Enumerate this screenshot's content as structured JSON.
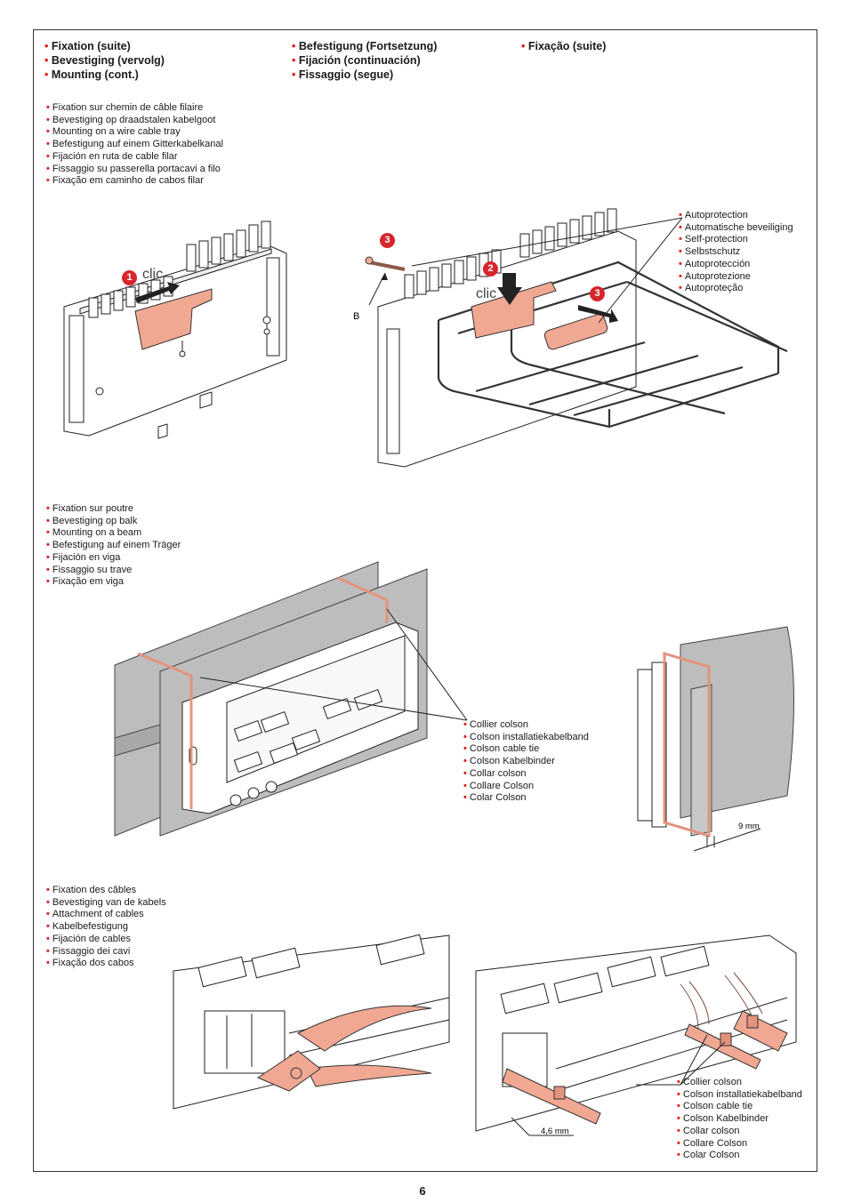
{
  "headings": {
    "col1": [
      "Fixation (suite)",
      "Bevestiging (vervolg)",
      "Mounting (cont.)"
    ],
    "col2": [
      "Befestigung (Fortsetzung)",
      "Fijación (continuación)",
      "Fissaggio (segue)"
    ],
    "col3": [
      "Fixação (suite)"
    ]
  },
  "section_wire_tray": {
    "items": [
      "Fixation sur chemin de câble filaire",
      "Bevestiging op draadstalen kabelgoot",
      "Mounting on a wire cable tray",
      "Befestigung auf einem Gitterkabelkanal",
      "Fijación en ruta de cable filar",
      "Fissaggio su passerella portacavi a filo",
      "Fixação em caminho de cabos filar"
    ],
    "figure1": {
      "step_badge": "1",
      "clic_label": "clic"
    },
    "figure2": {
      "step_badge_screw": "3",
      "step_badge_press": "2",
      "step_badge_slide": "3",
      "clic_label": "clic",
      "arrow_label": "B"
    },
    "callout_self_protection": [
      "Autoprotection",
      "Automatische beveiliging",
      "Self-protection",
      "Selbstschutz",
      "Autoprotección",
      "Autoprotezione",
      "Autoproteção"
    ]
  },
  "section_beam": {
    "items": [
      "Fixation sur poutre",
      "Bevestiging op balk",
      "Mounting on a beam",
      "Befestigung auf einem Träger",
      "Fijación en viga",
      "Fissaggio su trave",
      "Fixação em viga"
    ],
    "callout_cable_tie": [
      "Collier colson",
      "Colson installatiekabelband",
      "Colson cable tie",
      "Colson Kabelbinder",
      "Collar colson",
      "Collare Colson",
      "Colar Colson"
    ],
    "dimension": "9 mm"
  },
  "section_cables": {
    "items": [
      "Fixation des câbles",
      "Bevestiging van de kabels",
      "Attachment of cables",
      "Kabelbefestigung",
      "Fijación de cables",
      "Fissaggio dei cavi",
      "Fixação dos cabos"
    ],
    "callout_cable_tie": [
      "Collier colson",
      "Colson installatiekabelband",
      "Colson cable tie",
      "Colson Kabelbinder",
      "Collar colson",
      "Collare Colson",
      "Colar Colson"
    ],
    "dimension": "4,6 mm"
  },
  "page_number": "6",
  "colors": {
    "accent_red": "#d6262b",
    "highlight_salmon": "#f0a893",
    "beam_gray": "#bdbdbd"
  }
}
